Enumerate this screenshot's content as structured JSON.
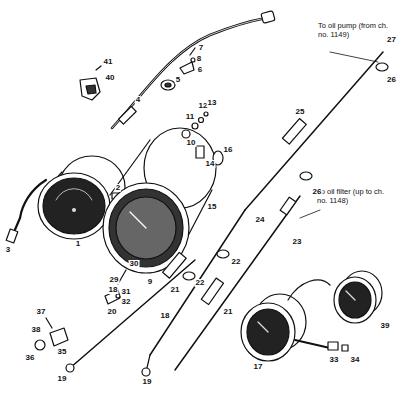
{
  "diagram": {
    "labels": [
      "To oil pump (from ch. no. 1149)",
      "To oil filter (up to ch. no. 1148)",
      "1",
      "2",
      "3",
      "4",
      "5",
      "6",
      "7",
      "8",
      "9",
      "10",
      "11",
      "12",
      "13",
      "14",
      "15",
      "16",
      "17",
      "18",
      "18",
      "19",
      "19",
      "20",
      "21",
      "21",
      "22",
      "22",
      "23",
      "24",
      "25",
      "26",
      "26",
      "27",
      "29",
      "30",
      "31",
      "32",
      "33",
      "34",
      "35",
      "36",
      "37",
      "38",
      "39",
      "40",
      "41"
    ]
  }
}
